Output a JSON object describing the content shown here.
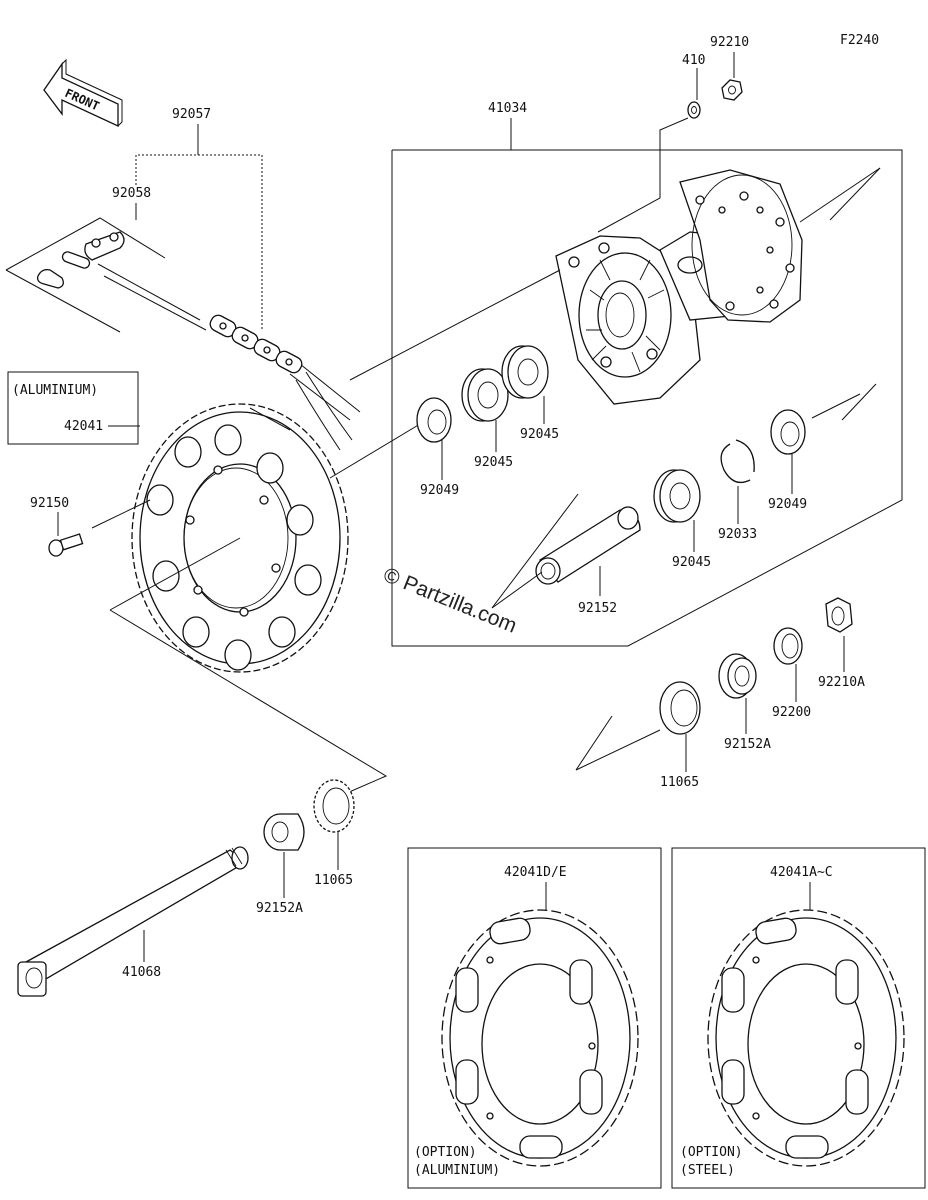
{
  "diagram_code": "F2240",
  "front_label": "FRONT",
  "watermark": "© Partzilla.com",
  "labels": {
    "p92057": "92057",
    "p92058": "92058",
    "p42041_material": "(ALUMINIUM)",
    "p42041": "42041",
    "p92150": "92150",
    "p410": "410",
    "p92210": "92210",
    "p41034": "41034",
    "p92049_left": "92049",
    "p92045_a": "92045",
    "p92045_b": "92045",
    "p92049_right": "92049",
    "p92033": "92033",
    "p92045_c": "92045",
    "p92152": "92152",
    "p92210A": "92210A",
    "p92200": "92200",
    "p92152A_right": "92152A",
    "p11065_right": "11065",
    "p11065_left": "11065",
    "p92152A_left": "92152A",
    "p41068": "41068"
  },
  "options": [
    {
      "part": "42041D/E",
      "line1": "(OPTION)",
      "line2": "(ALUMINIUM)"
    },
    {
      "part": "42041A~C",
      "line1": "(OPTION)",
      "line2": "(STEEL)"
    }
  ]
}
